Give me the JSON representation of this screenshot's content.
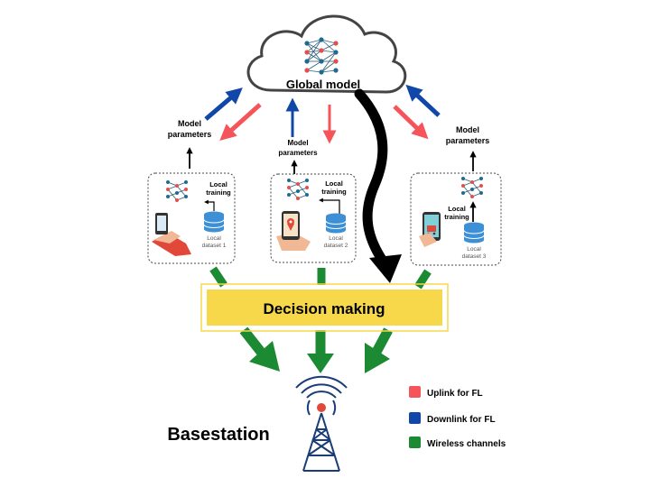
{
  "global_model": {
    "label": "Global model"
  },
  "model_parameters": {
    "line1": "Model",
    "line2": "parameters"
  },
  "local_training": {
    "line1": "Local",
    "line2": "training"
  },
  "clients": [
    {
      "dataset_line1": "Local",
      "dataset_line2": "dataset 1"
    },
    {
      "dataset_line1": "Local",
      "dataset_line2": "dataset 2"
    },
    {
      "dataset_line1": "Local",
      "dataset_line2": "dataset 3"
    }
  ],
  "decision": {
    "label": "Decision making"
  },
  "basestation": {
    "label": "Basestation"
  },
  "legend": [
    {
      "label": "Uplink for FL",
      "color": "#f4545a"
    },
    {
      "label": "Downlink for FL",
      "color": "#1047a9"
    },
    {
      "label": "Wireless channels",
      "color": "#1b8a32"
    }
  ],
  "colors": {
    "uplink": "#f4545a",
    "downlink": "#1047a9",
    "wireless": "#1b8a32",
    "decision_fill": "#f6d84a",
    "cloud_stroke": "#444444",
    "black_arrow": "#000000"
  }
}
